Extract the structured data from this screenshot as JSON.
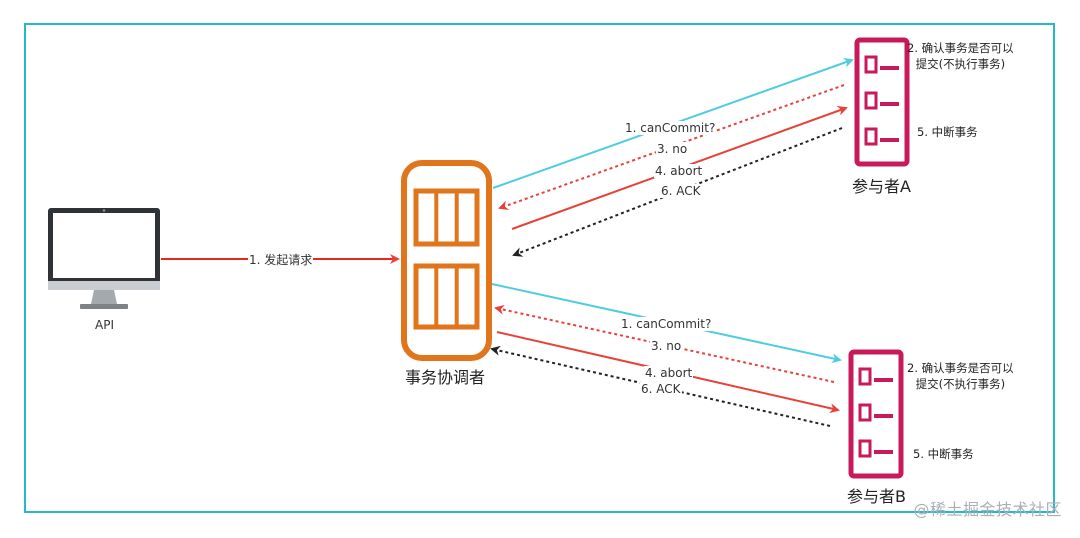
{
  "client": {
    "label": "API"
  },
  "request": {
    "label": "1. 发起请求"
  },
  "coordinator": {
    "label": "事务协调者"
  },
  "participant_a": {
    "name": "参与者A",
    "note_confirm_line1": "2. 确认事务是否可以",
    "note_confirm_line2": "提交(不执行事务)",
    "note_abort": "5. 中断事务"
  },
  "participant_b": {
    "name": "参与者B",
    "note_confirm_line1": "2. 确认事务是否可以",
    "note_confirm_line2": "提交(不执行事务)",
    "note_abort": "5. 中断事务"
  },
  "messages": {
    "can_commit": "1. canCommit?",
    "no": "3. no",
    "abort": "4. abort",
    "ack": "6. ACK"
  },
  "watermark": "@稀土掘金技术社区",
  "colors": {
    "frame": "#26b8c6",
    "can_commit": "#4fcce0",
    "no": "#e8413a",
    "abort": "#e8413a",
    "ack": "#333333",
    "coordinator": "#e0751c",
    "participant": "#c8195a",
    "request": "#e8271e"
  }
}
